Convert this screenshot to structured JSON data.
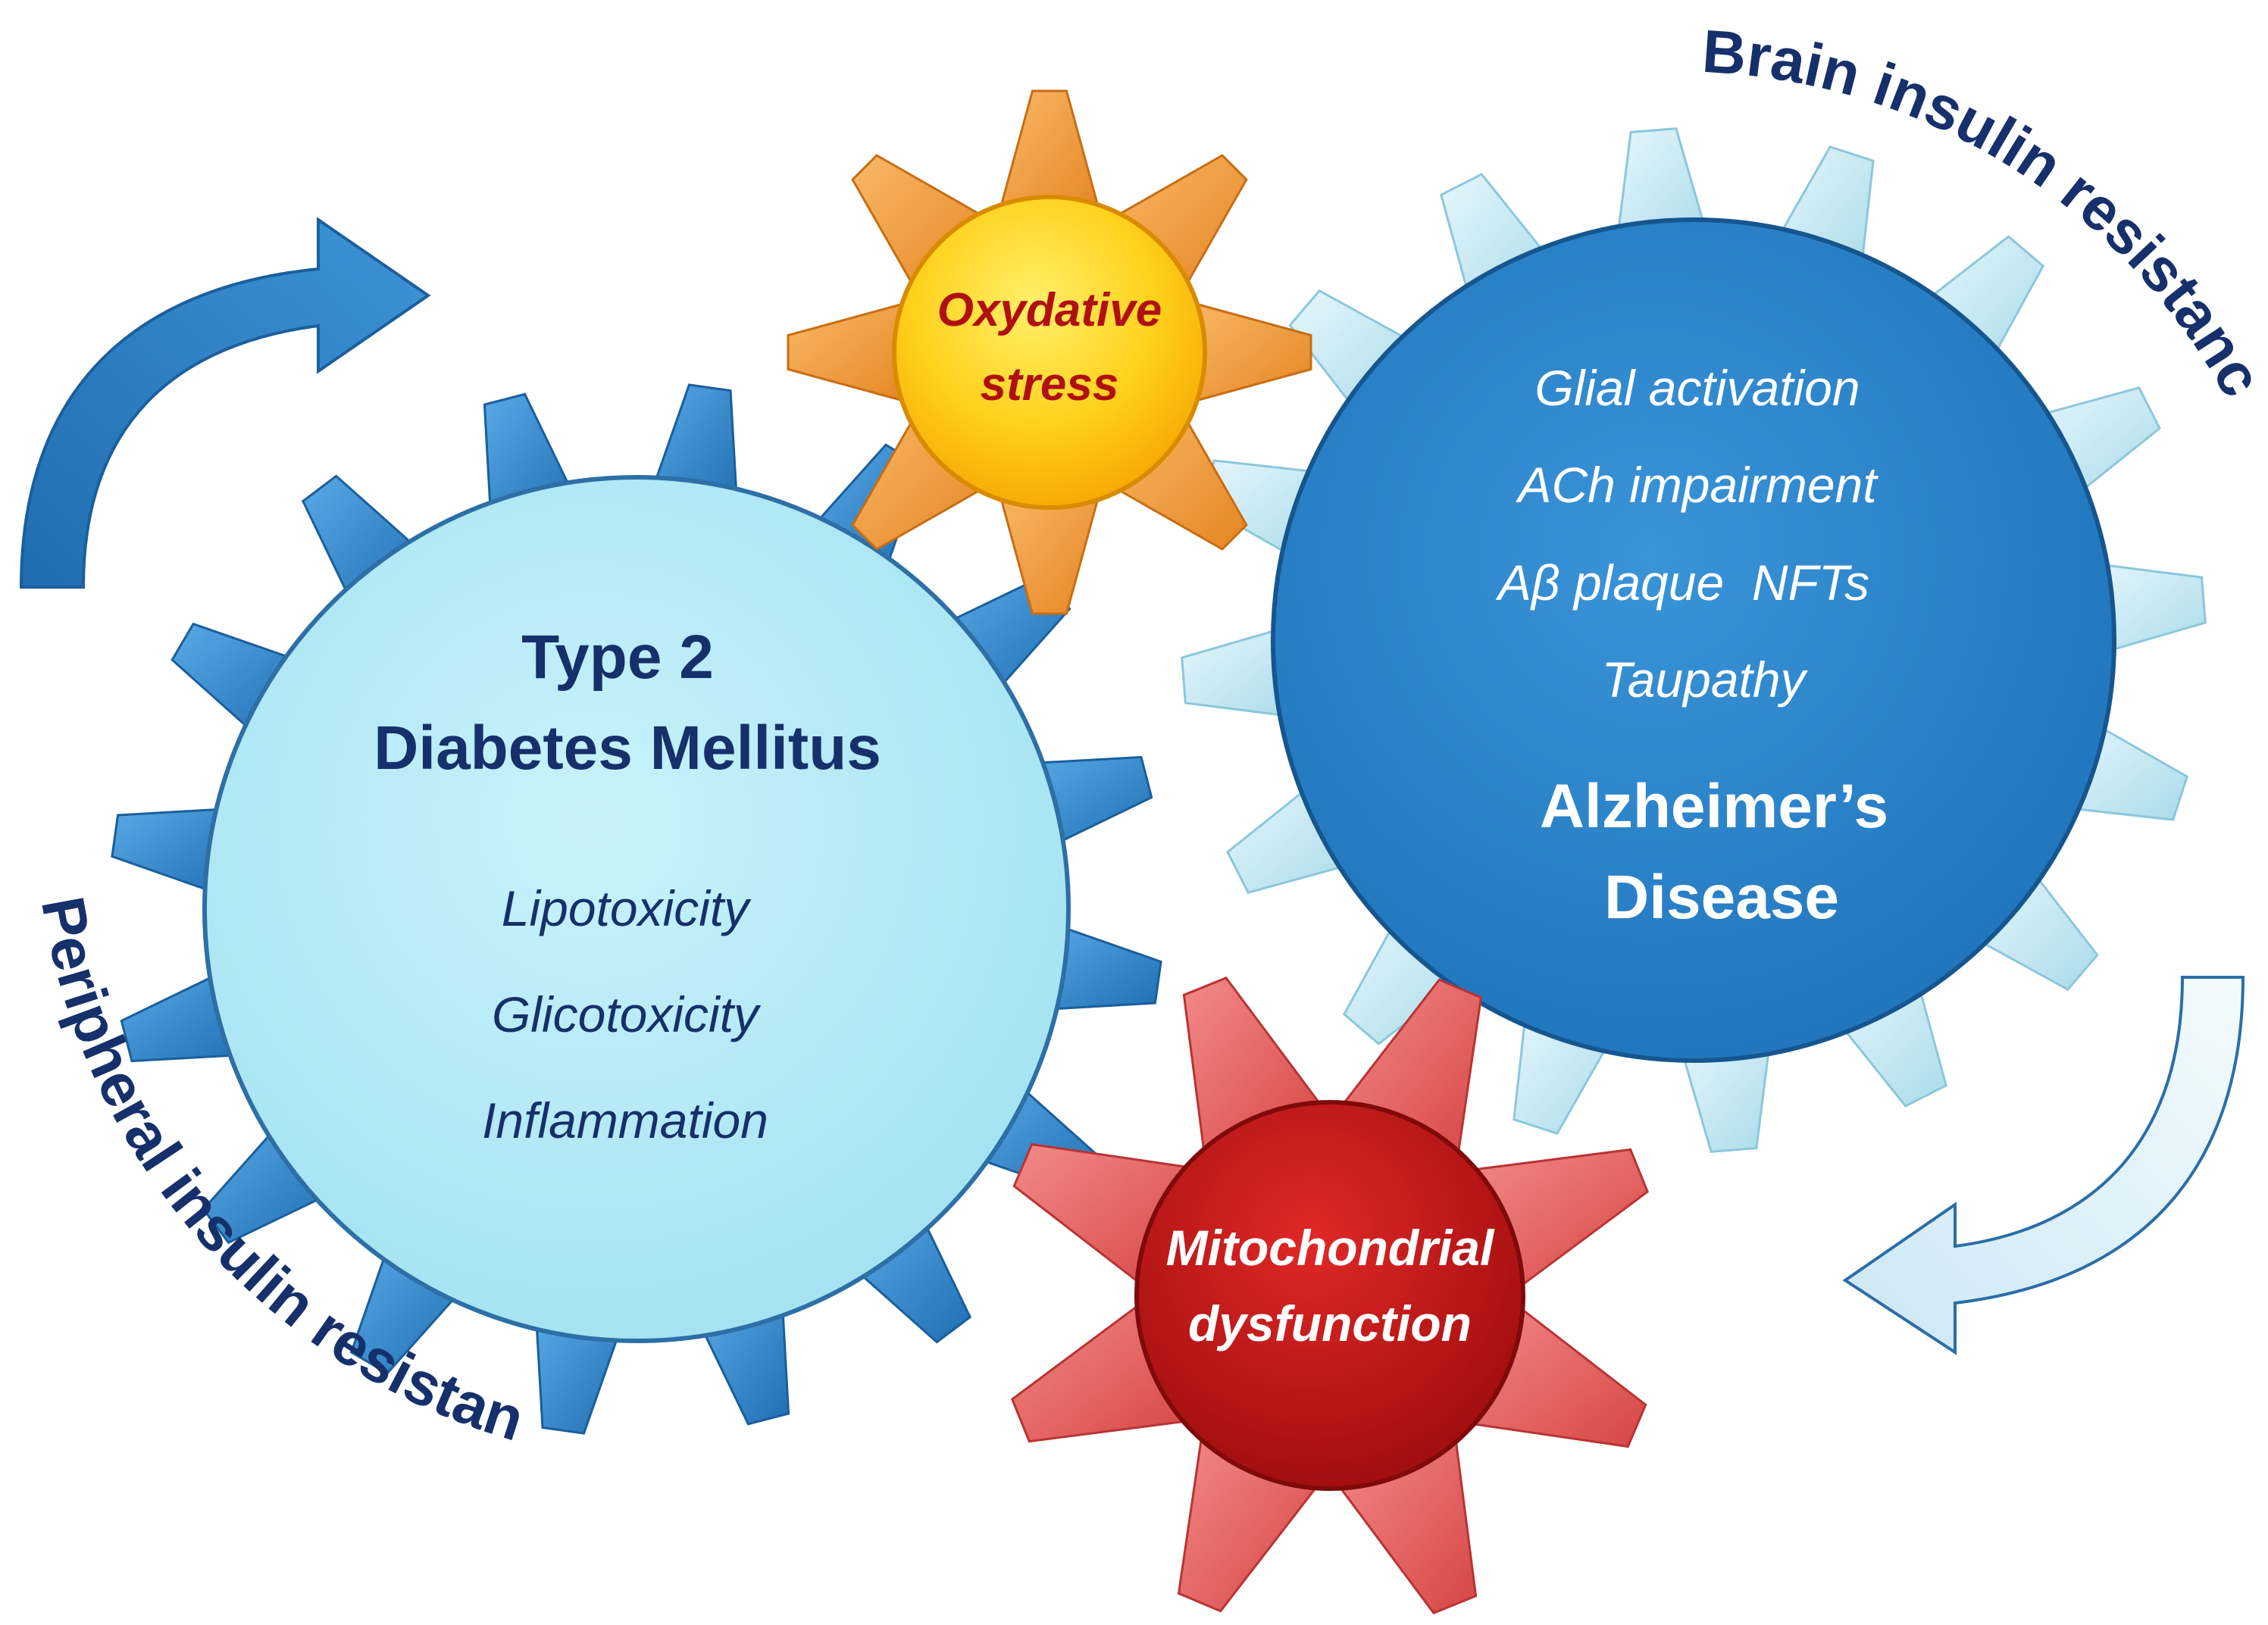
{
  "diagram": {
    "arrows": {
      "brain": "Brain insulin resistance",
      "peripheral": "Peripheral insulin resistance"
    },
    "t2dm": {
      "title_line1": "Type 2",
      "title_line2": "Diabetes Mellitus",
      "items": [
        "Lipotoxicity",
        "Glicotoxicity",
        "Inflammation"
      ]
    },
    "alzheimers": {
      "items": [
        "Glial activation",
        "ACh impairment",
        "Aβ plaque  NFTs",
        "Taupathy"
      ],
      "title_line1": "Alzheimer’s",
      "title_line2": "Disease"
    },
    "oxidative": {
      "line1": "Oxydative",
      "line2": "stress"
    },
    "mitochondrial": {
      "line1": "Mitochondrial",
      "line2": "dysfunction"
    }
  },
  "colors": {
    "dark_navy": "#16306b",
    "t2dm_fill": "#b3eaf6",
    "t2dm_teeth": "#2e86d0",
    "ad_fill": "#2b85cc",
    "ad_teeth": "#c6ebf5",
    "oxidative_fill": "#ffc200",
    "oxidative_star": "#f39a3d",
    "mito_fill": "#c21414",
    "mito_star": "#e8605f",
    "arrow_left": "#2f7fc1",
    "arrow_right": "#d9eef8"
  }
}
